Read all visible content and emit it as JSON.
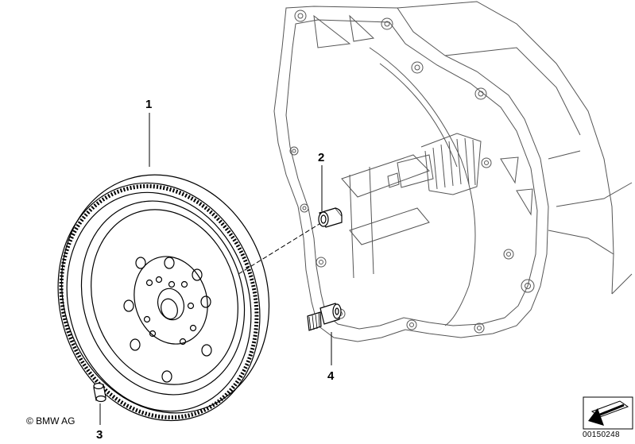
{
  "callouts": {
    "flywheel": "1",
    "pilot_bearing": "2",
    "dowel_sleeve": "3",
    "bolt": "4"
  },
  "footer": {
    "copyright": "© BMW AG",
    "diagram_id": "00150248"
  },
  "icons": {
    "view_direction": "arrow-icon"
  },
  "colors": {
    "line": "#000000",
    "background": "#ffffff"
  }
}
